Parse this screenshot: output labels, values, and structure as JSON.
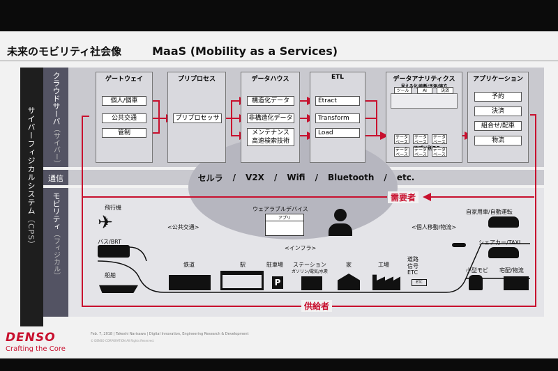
{
  "title": "未来のモビリティ社会像",
  "subtitle": "MaaS (Mobility as a Services)",
  "side_label": "サイバーフィジカルシステム",
  "side_label_sub": "（CPS）",
  "cloud": {
    "label": "クラウドサーバ",
    "label_sub": "（サイバー）",
    "gateway": {
      "header": "ゲートウェイ",
      "items": [
        "個人/個車",
        "公共交通",
        "管制"
      ]
    },
    "preprocess": {
      "header": "プリプロセス",
      "items": [
        "プリプロセッサ"
      ]
    },
    "datahouse": {
      "header": "データハウス",
      "items": [
        "構造化データ",
        "非構造化データ",
        "メンテナンス",
        "高速検索技術"
      ]
    },
    "etl": {
      "header": "ETL",
      "items": [
        "Etract",
        "Transform",
        "Load"
      ]
    },
    "analytics": {
      "header": "データアナリティクス",
      "sub": "見える化/診断/予測/施方",
      "tools": [
        "ツール",
        "AI",
        "決済"
      ],
      "db_label": "アプリ別DB",
      "db_item": "データ ベース"
    },
    "apps": {
      "header": "アプリケーション",
      "items": [
        "予約",
        "決済",
        "組合せ/配車",
        "物流"
      ]
    }
  },
  "comm": {
    "label": "通信",
    "items": [
      "セルラ",
      "/",
      "V2X",
      "/",
      "Wifi",
      "/",
      "Bluetooth",
      "/",
      "etc."
    ]
  },
  "demand_label": "需要者",
  "supply_label": "供給者",
  "mobility": {
    "label": "モビリティ",
    "label_sub": "（フィジカル）",
    "wearable": "ウェアラブルデバイス",
    "app_tag": "アプリ",
    "public_transport": "<公共交通>",
    "infra": "<インフラ>",
    "personal": "<個人移動/物流>",
    "airplane": "飛行機",
    "bus": "バス/BRT",
    "ship": "船舶",
    "rail": "鉄道",
    "station": "駅",
    "parking": "駐車場",
    "parking_sign": "P",
    "service_station": "ステーション",
    "service_station_sub": "ガソリン/電気/水素",
    "house": "家",
    "factory": "工場",
    "road": "道路",
    "signal": "信号",
    "etc_road": "ETC",
    "etc_gate": "ETC",
    "own_car": "自家用車/自動運転",
    "sharecar": "シェアカー/TAXI",
    "small_mobi": "小型モビ",
    "delivery": "宅配/物流"
  },
  "footer": {
    "brand": "DENSO",
    "tagline": "Crafting the Core",
    "note": "Feb. 7, 2018  |  Takeshi Narisawa  |  Digital Innovation, Engineering Research & Development",
    "copyright": "© DENSO CORPORATION   All Rights Reserved."
  },
  "colors": {
    "accent": "#c8102e",
    "band": "#c9c9cf",
    "label": "#535363"
  }
}
